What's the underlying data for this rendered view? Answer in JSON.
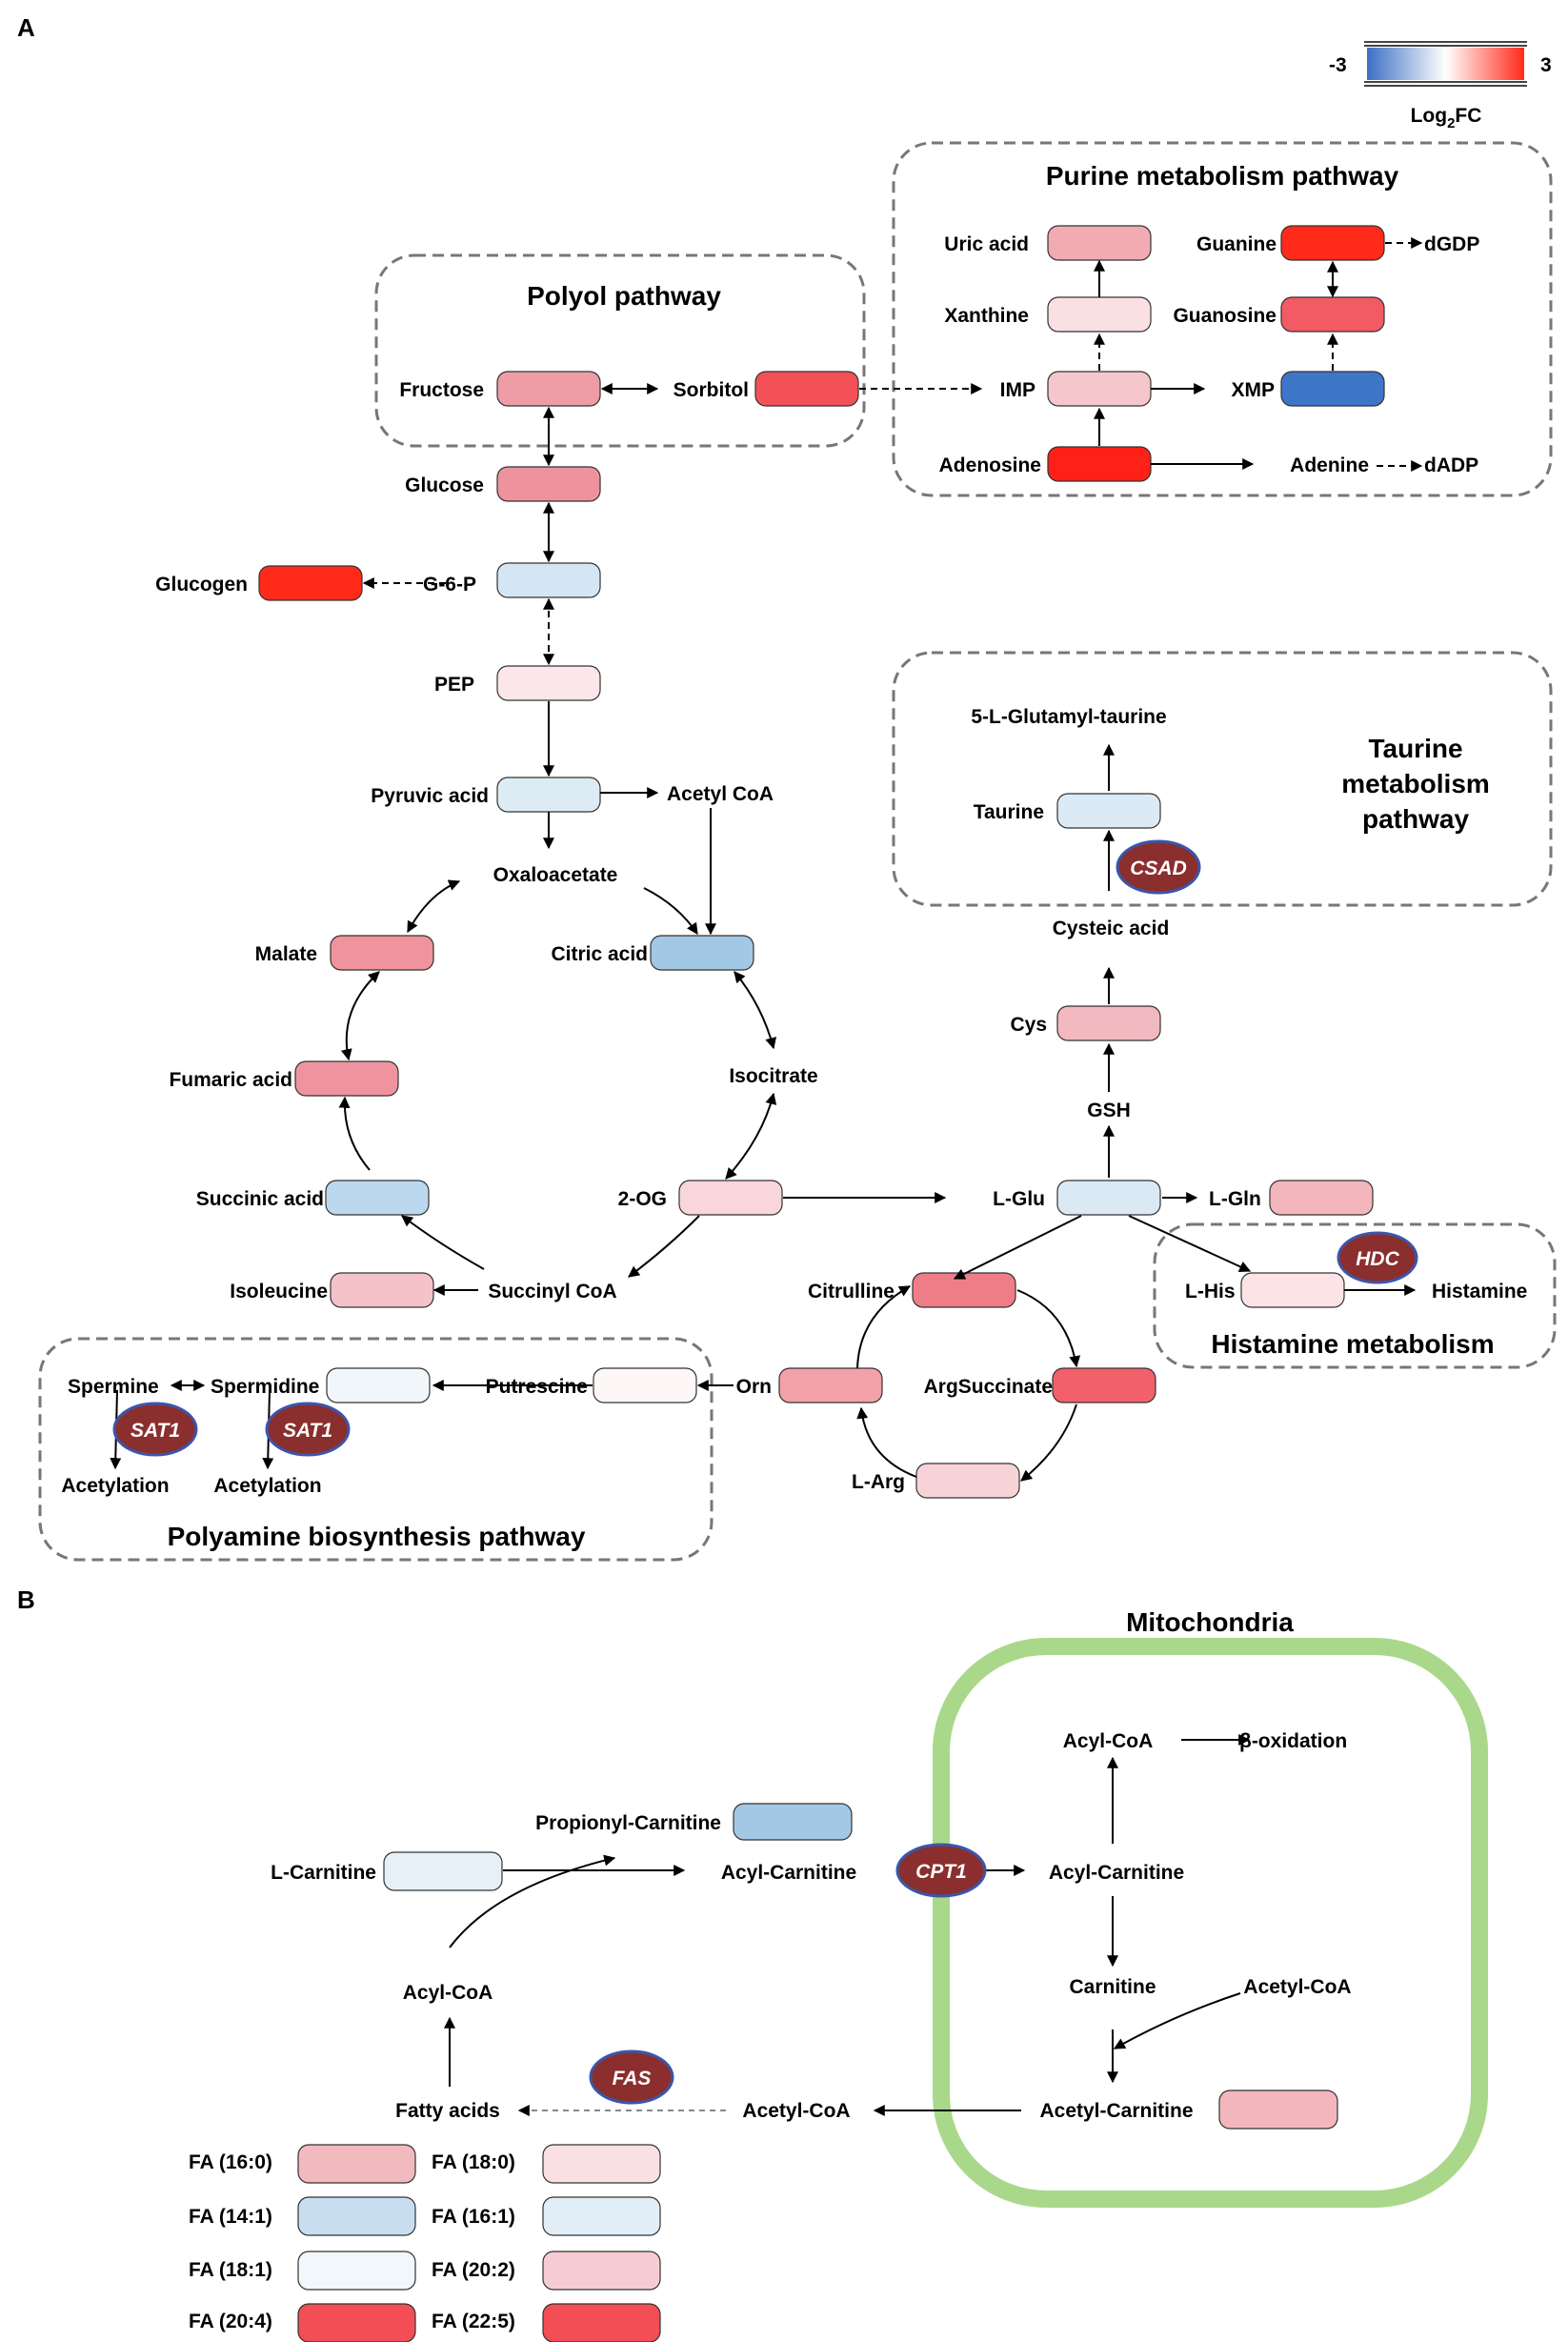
{
  "panels": {
    "a": "A",
    "b": "B"
  },
  "legend": {
    "min": "-3",
    "max": "3",
    "title_main": "Log",
    "title_sub": "2",
    "title_tail": "FC",
    "colors": [
      "#3d6fc4",
      "#ffffff",
      "#ff2a1a"
    ]
  },
  "regions": {
    "purine": "Purine metabolism pathway",
    "polyol": "Polyol pathway",
    "taurine": [
      "Taurine",
      "metabolism",
      "pathway"
    ],
    "histamine": "Histamine metabolism",
    "polyamine": "Polyamine biosynthesis pathway",
    "mito": "Mitochondria"
  },
  "metabolites": {
    "uric": "Uric acid",
    "xanthine": "Xanthine",
    "imp": "IMP",
    "adenosine": "Adenosine",
    "guanine": "Guanine",
    "guanosine": "Guanosine",
    "xmp": "XMP",
    "adenine": "Adenine",
    "dgdp": "dGDP",
    "dadp": "dADP",
    "fructose": "Fructose",
    "sorbitol": "Sorbitol",
    "glucose": "Glucose",
    "glucogen": "Glucogen",
    "g6p": "G-6-P",
    "pep": "PEP",
    "pyruvic": "Pyruvic acid",
    "acetylcoa_a": "Acetyl CoA",
    "oxalo": "Oxaloacetate",
    "malate": "Malate",
    "citric": "Citric acid",
    "fumaric": "Fumaric acid",
    "isocitrate": "Isocitrate",
    "succinic": "Succinic acid",
    "og": "2-OG",
    "succinylcoa": "Succinyl CoA",
    "isoleucine": "Isoleucine",
    "glutamyltaurine": "5-L-Glutamyl-taurine",
    "taurine": "Taurine",
    "cysteic": "Cysteic acid",
    "cys": "Cys",
    "gsh": "GSH",
    "lglu": "L-Glu",
    "lgln": "L-Gln",
    "lhis": "L-His",
    "histamine": "Histamine",
    "citrulline": "Citrulline",
    "argsucc": "ArgSuccinate",
    "larg": "L-Arg",
    "orn": "Orn",
    "putrescine": "Putrescine",
    "spermidine": "Spermidine",
    "spermine": "Spermine",
    "acetylation1": "Acetylation",
    "acetylation2": "Acetylation",
    "propcarn": "Propionyl-Carnitine",
    "lcarn": "L-Carnitine",
    "acylcarn_out": "Acyl-Carnitine",
    "acylcarn_in": "Acyl-Carnitine",
    "acylcoa_in": "Acyl-CoA",
    "betaox": "β-oxidation",
    "carnitine": "Carnitine",
    "acetylcoa_in": "Acetyl-CoA",
    "acetylcarn": "Acetyl-Carnitine",
    "acetylcoa_out": "Acetyl-CoA",
    "fattyacids": "Fatty acids",
    "acylcoa_out": "Acyl-CoA"
  },
  "enzymes": {
    "csad": "CSAD",
    "hdc": "HDC",
    "sat1a": "SAT1",
    "sat1b": "SAT1",
    "cpt1": "CPT1",
    "fas": "FAS"
  },
  "fatty_acids": [
    {
      "label": "FA (16:0)",
      "color": "#f2b9bf"
    },
    {
      "label": "FA (18:0)",
      "color": "#fbe0e3"
    },
    {
      "label": "FA (14:1)",
      "color": "#c8def0"
    },
    {
      "label": "FA (16:1)",
      "color": "#e2eef7"
    },
    {
      "label": "FA (18:1)",
      "color": "#f1f7fb"
    },
    {
      "label": "FA (20:2)",
      "color": "#f6ccd2"
    },
    {
      "label": "FA (20:4)",
      "color": "#f34d55"
    },
    {
      "label": "FA (22:5)",
      "color": "#f34d55"
    }
  ],
  "fold_change_colors": {
    "uric": "#f2aab3",
    "xanthine": "#fbe0e3",
    "imp": "#f6c6cd",
    "adenosine": "#ff2018",
    "guanine": "#ff2a1a",
    "guanosine": "#f25a64",
    "xmp": "#3d76c7",
    "fructose": "#ee9ca5",
    "sorbitol": "#f35058",
    "glucose": "#ee939e",
    "glucogen": "#ff2a1a",
    "g6p": "#d4e6f3",
    "pep": "#fbe6e9",
    "pyruvic": "#ddebf5",
    "malate": "#ef939d",
    "citric": "#a3c8e6",
    "fumaric": "#ef949e",
    "succinic": "#bcd8ee",
    "og": "#f9d6da",
    "isoleucine": "#f4c3c9",
    "taurine": "#dceaf5",
    "cys": "#f3b9c0",
    "lglu": "#dbe9f4",
    "lgln": "#f4b6bd",
    "lhis": "#fbe3e6",
    "citrulline": "#ef7d87",
    "argsucc": "#f2606a",
    "larg": "#f7d3d8",
    "orn": "#f3a1a9",
    "putrescine": "#fdf7f7",
    "spermidine": "#f0f6f9",
    "propcarn": "#a3c8e6",
    "lcarn": "#e6f0f8",
    "acetylcarn": "#f4b6bd"
  }
}
